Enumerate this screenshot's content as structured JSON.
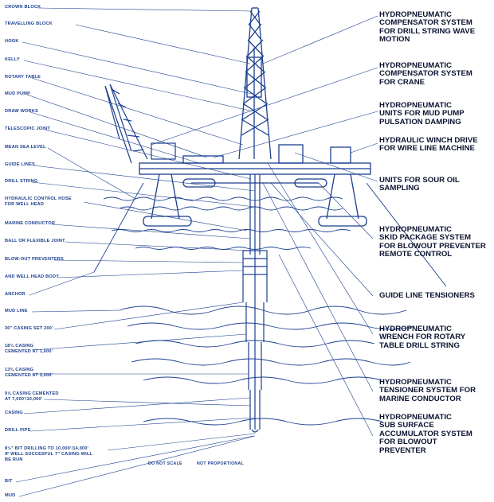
{
  "left_labels": [
    "CROWN BLOCK",
    "TRAVELLING BLOCK",
    "HOOK",
    "KELLY",
    "ROTARY TABLE",
    "MUD PUMP",
    "DRAW WORKS",
    "TELESCOPIC JOINT",
    "MEAN SEA LEVEL",
    "GUIDE LINES",
    "DRILL STRING",
    "HYDRAULIC CONTROL HOSE\nFOR WELL HEAD",
    "MARINE CONDUCTOR",
    "BALL OR FLEXIBLE JOINT",
    "BLOW-OUT PREVENTERS",
    "AND WELL HEAD BODY",
    "ANCHOR",
    "MUD LINE",
    "30\" CASING SET 200'",
    "18¾ CASING\nCEMENTED AT 1,000'",
    "13⅜ CASING\nCEMENTED AT 3,000'",
    "9⅝ CASING CEMENTED\nAT 7,000'/10,000'",
    "CASING",
    "DRILL PIPE",
    "8½\" BIT DRILLING TO 10,000'/14,000'\nIF WELL SUCCESFUL 7\" CASING WILL\nBE RUN",
    "BIT",
    "MUD"
  ],
  "right_labels": [
    "HYDROPNEUMATIC\nCOMPENSATOR SYSTEM\nFOR DRILL STRING WAVE\nMOTION",
    "HYDROPNEUMATIC\nCOMPENSATOR SYSTEM\nFOR CRANE",
    "HYDROPNEUMATIC\nUNITS FOR MUD PUMP\nPULSATION DAMPING",
    "HYDRAULIC WINCH DRIVE\nFOR WIRE LINE MACHINE",
    "UNITS FOR SOUR OIL\nSAMPLING",
    "HYDROPNEUMATIC\nSKID PACKAGE SYSTEM\nFOR BLOWOUT PREVENTER\nREMOTE CONTROL",
    "GUIDE LINE TENSIONERS",
    "HYDROPNEUMATIC\nWRENCH FOR ROTARY\nTABLE DRILL STRING",
    "HYDROPNEUMATIC\nTENSIONER SYSTEM FOR\nMARINE CONDUCTOR",
    "HYDROPNEUMATIC\nSUB SURFACE\nACCUMULATOR SYSTEM\nFOR BLOWOUT\nPREVENTER"
  ],
  "notes": {
    "scale": "DO NOT SCALE",
    "proportion": "NOT PROPORTIONAL"
  },
  "colors": {
    "line": "#1b3f8f",
    "text_dark": "#0b1330"
  }
}
